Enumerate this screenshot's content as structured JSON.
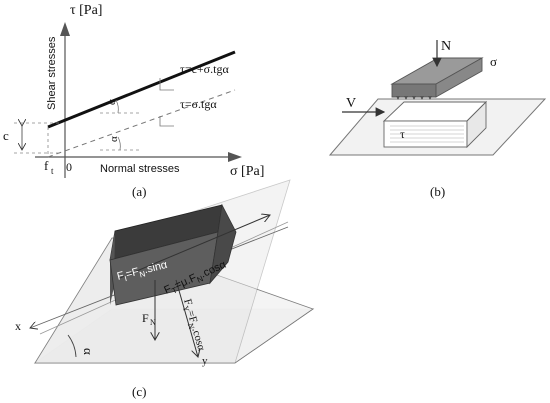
{
  "panel_a": {
    "label": "(a)",
    "y_axis_title": "τ [Pa]",
    "y_axis_label": "Shear stresses",
    "x_axis_title": "σ [Pa]",
    "x_axis_label": "Normal stresses",
    "line1_label": "τ=c+σ.tgα",
    "line2_label": "τ=σ.tgα",
    "angle_label_1": "α",
    "angle_label_2": "α",
    "c_label": "c",
    "ft_label": "f",
    "ft_sub": "t",
    "zero_label": "0"
  },
  "panel_b": {
    "label": "(b)",
    "n_label": "N",
    "sigma_label": "σ",
    "v_label": "V",
    "tau_label": "τ"
  },
  "panel_c": {
    "label": "(c)",
    "force1": "F",
    "force1_sub": "I",
    "force1_eq": "=F",
    "force1_eq_sub": "N",
    "force1_tail": ".sinα",
    "force2": "F",
    "force2_sub": "T",
    "force2_eq": "=μ.F",
    "force2_eq_sub": "N",
    "force2_tail": ".cosα",
    "force3": "F",
    "force3_sub": "Y",
    "force3_eq": "=F",
    "force3_eq_sub": "N",
    "force3_tail": ".cosα",
    "fn": "F",
    "fn_sub": "N",
    "x_label": "x",
    "y_label": "y",
    "alpha": "α"
  }
}
